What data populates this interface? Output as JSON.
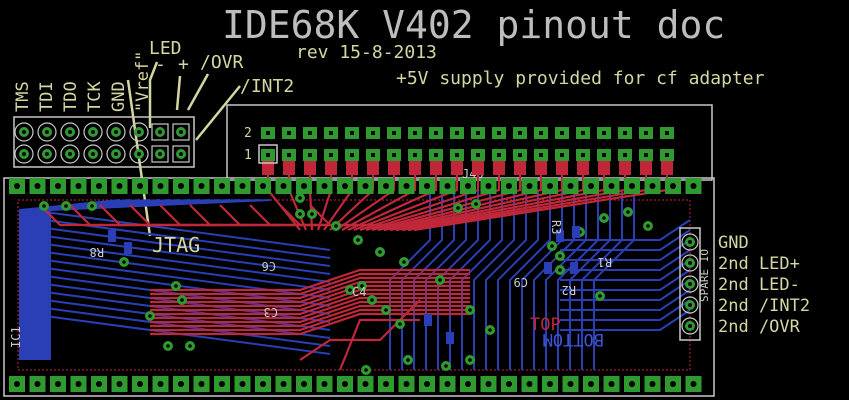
{
  "title": "IDE68K V402 pinout doc",
  "revision": "rev 15-8-2013",
  "supply_note": "+5V supply provided for cf adapter",
  "jtag": {
    "pins": [
      "TMS",
      "TDI",
      "TDO",
      "TCK",
      "GND",
      "\"Vref\""
    ],
    "label": "JTAG"
  },
  "led_header": {
    "led": "LED",
    "minus": "-",
    "plus": "+",
    "ovr": "/OVR",
    "int2": "/INT2"
  },
  "ide_connector": {
    "pin2": "2",
    "pin1": "1",
    "part": "J40"
  },
  "spare_io": {
    "label": "SPARE IO",
    "pins": [
      "GND",
      "2nd LED+",
      "2nd LED-",
      "2nd /INT2",
      "2nd /OVR"
    ]
  },
  "parts": {
    "ic": "IC1",
    "r3": "R3",
    "r1": "R1",
    "r2": "R2",
    "c9": "C9",
    "c6": "C6",
    "c4": "C4",
    "c3": "C3",
    "r8": "R8"
  },
  "layers": {
    "top": "TOP",
    "bottom": "BOTTOM"
  },
  "colors": {
    "background": "#000000",
    "silkscreen": "#d6d6a2",
    "top_copper": "#c0283a",
    "bottom_copper": "#2a3fb5",
    "pads": "#2f9a2f",
    "title": "#bdbdbd"
  }
}
